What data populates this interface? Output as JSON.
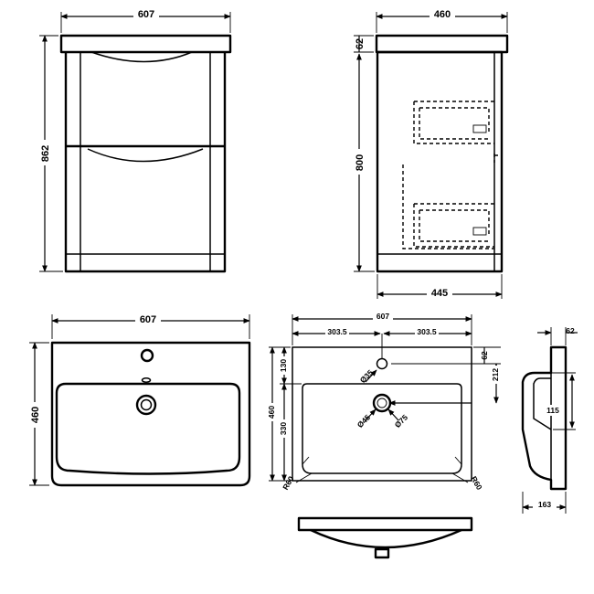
{
  "front_view": {
    "width": "607",
    "height": "862"
  },
  "side_view": {
    "width_top": "460",
    "top_thickness": "62",
    "height": "800",
    "depth_bottom": "445"
  },
  "basin_top_view": {
    "width": "607",
    "depth": "460"
  },
  "basin_detail": {
    "overall_width": "607",
    "half_width_left": "303.5",
    "half_width_right": "303.5",
    "tap_hole_offset": "130",
    "rim_thickness": "62",
    "tap_to_bowl": "212",
    "depth": "460",
    "bowl_depth": "330",
    "tap_hole_dia": "Ø35",
    "waste_dia_inner": "Ø45",
    "waste_dia_outer": "Ø75",
    "corner_radius_left": "R60",
    "corner_radius_right": "R60"
  },
  "basin_profile": {
    "rim": "62",
    "height": "115",
    "depth": "163"
  }
}
